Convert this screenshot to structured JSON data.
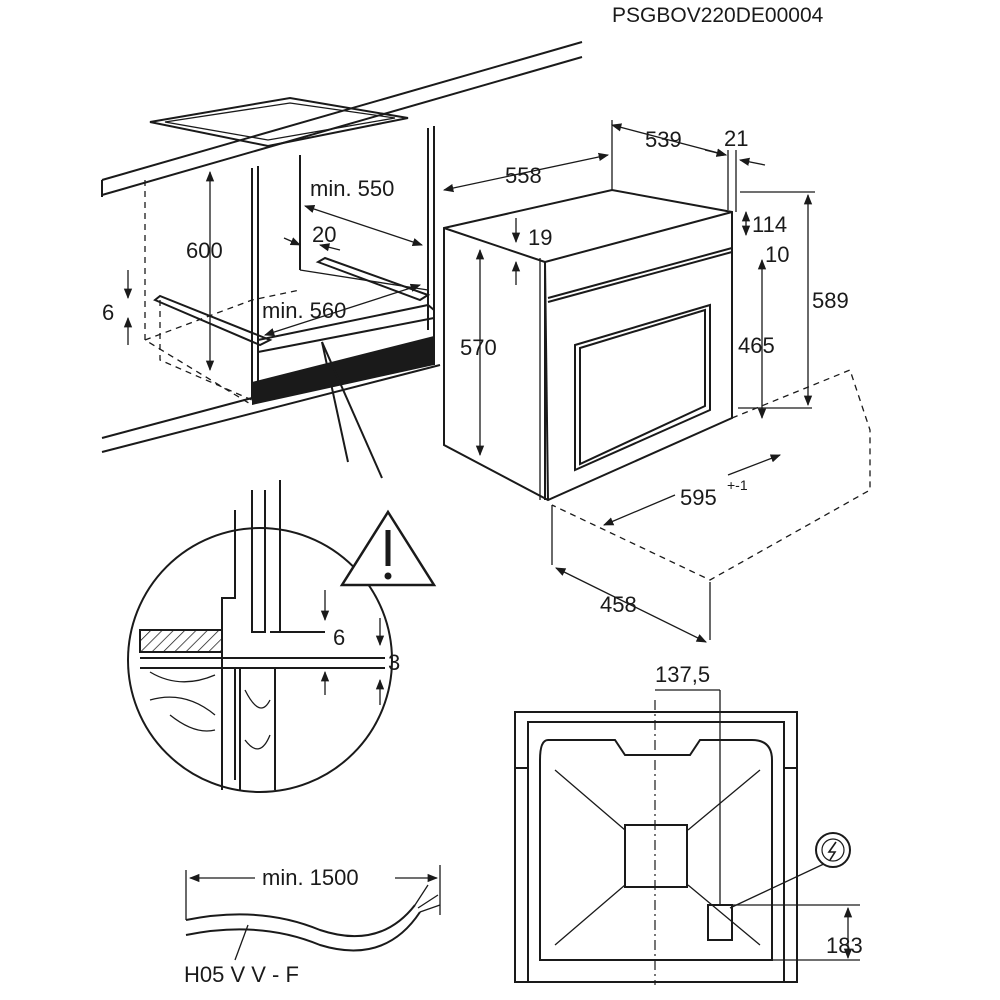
{
  "code": "PSGBOV220DE00004",
  "dimensions": {
    "cabinet_height": "600",
    "cabinet_depth_min": "min. 550",
    "cabinet_width_min": "min. 560",
    "gap_20": "20",
    "gap_6": "6",
    "oven_depth": "558",
    "oven_body_depth": "539",
    "front_21": "21",
    "dim_19": "19",
    "dim_114": "114",
    "dim_10": "10",
    "height_570": "570",
    "height_589": "589",
    "height_465": "465",
    "width_595": "595",
    "width_595_tol": "+-1",
    "door_swing_458": "458",
    "detail_6": "6",
    "detail_3": "3",
    "back_137_5": "137,5",
    "back_183": "183",
    "cable_min": "min. 1500",
    "cable_type": "H05 V V - F"
  },
  "icons": [
    "warning-triangle-icon",
    "electric-connection-icon"
  ]
}
